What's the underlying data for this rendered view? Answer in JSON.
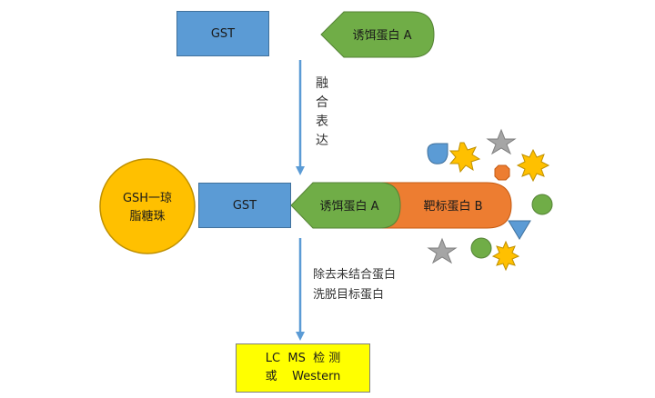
{
  "top": {
    "gst_label": "GST",
    "bait_label": "诱饵蛋白 A"
  },
  "step1": {
    "label": "融合表达"
  },
  "middle": {
    "bead_label_line1": "GSH一琼",
    "bead_label_line2": "脂糖珠",
    "gst_label": "GST",
    "bait_label": "诱饵蛋白 A",
    "target_label": "靶标蛋白 B"
  },
  "step2": {
    "line1": "除去未结合蛋白",
    "line2": "洗脱目标蛋白"
  },
  "bottom": {
    "line1": "LC  MS  检 测",
    "line2": "或    Western"
  },
  "colors": {
    "gst_blue": "#5b9bd5",
    "bait_green": "#70ad47",
    "target_orange": "#ed7d31",
    "bead_gold": "#ffc000",
    "result_yellow": "#ffff00",
    "arrow_blue": "#5b9bd5"
  }
}
